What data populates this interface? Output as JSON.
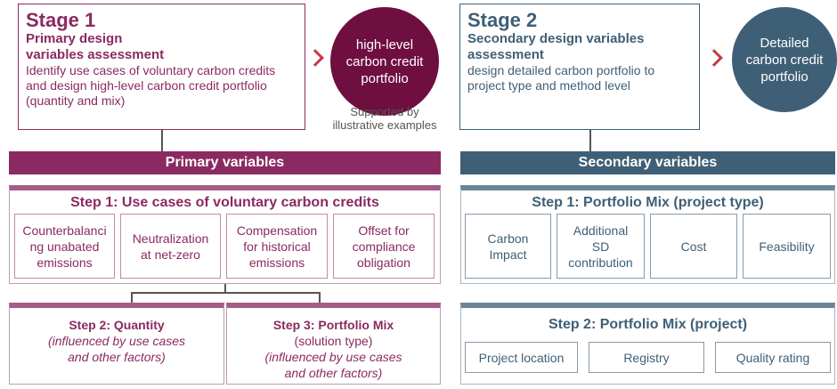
{
  "stage1": {
    "title": "Stage 1",
    "subtitle_line1": "Primary design",
    "subtitle_line2": "variables assessment",
    "description_line1": "Identify use cases of voluntary carbon credits",
    "description_line2": "and design high-level carbon credit portfolio",
    "description_line3": "(quantity and mix)"
  },
  "circle1": {
    "line1": "high-level",
    "line2": "carbon credit",
    "line3": "portfolio"
  },
  "support": {
    "line1": "Supported by",
    "line2": "illustrative examples"
  },
  "stage2": {
    "title": "Stage 2",
    "subtitle_line1": "Secondary design variables",
    "subtitle_line2": "assessment",
    "description_line1": "design detailed carbon portfolio to",
    "description_line2": "project type and method level"
  },
  "circle2": {
    "line1": "Detailed",
    "line2": "carbon credit",
    "line3": "portfolio"
  },
  "primary": {
    "band": "Primary variables",
    "step1": {
      "title": "Step 1: Use cases of voluntary carbon credits",
      "cells": [
        [
          "Counterbalanci",
          "ng unabated",
          "emissions"
        ],
        [
          "Neutralization",
          "at net-zero"
        ],
        [
          "Compensation",
          "for historical",
          "emissions"
        ],
        [
          "Offset for",
          "compliance",
          "obligation"
        ]
      ]
    },
    "step2": {
      "title": "Step 2: Quantity",
      "note_line1": "(influenced by use cases",
      "note_line2": "and other factors)"
    },
    "step3": {
      "title": "Step 3: Portfolio Mix",
      "sub": "(solution type)",
      "note_line1": "(influenced by use cases",
      "note_line2": "and other factors)"
    }
  },
  "secondary": {
    "band": "Secondary variables",
    "step1": {
      "title": "Step 1: Portfolio Mix (project type)",
      "cells": [
        [
          "Carbon",
          "Impact"
        ],
        [
          "Additional",
          "SD",
          "contribution"
        ],
        [
          "Cost"
        ],
        [
          "Feasibility"
        ]
      ]
    },
    "step2": {
      "title": "Step 2: Portfolio Mix (project)",
      "cells": [
        "Project location",
        "Registry",
        "Quality rating"
      ]
    }
  },
  "colors": {
    "primary": "#8b2a62",
    "primary_dark": "#6e0f3f",
    "secondary": "#3f5f76",
    "chevron": "#c63a3f"
  }
}
